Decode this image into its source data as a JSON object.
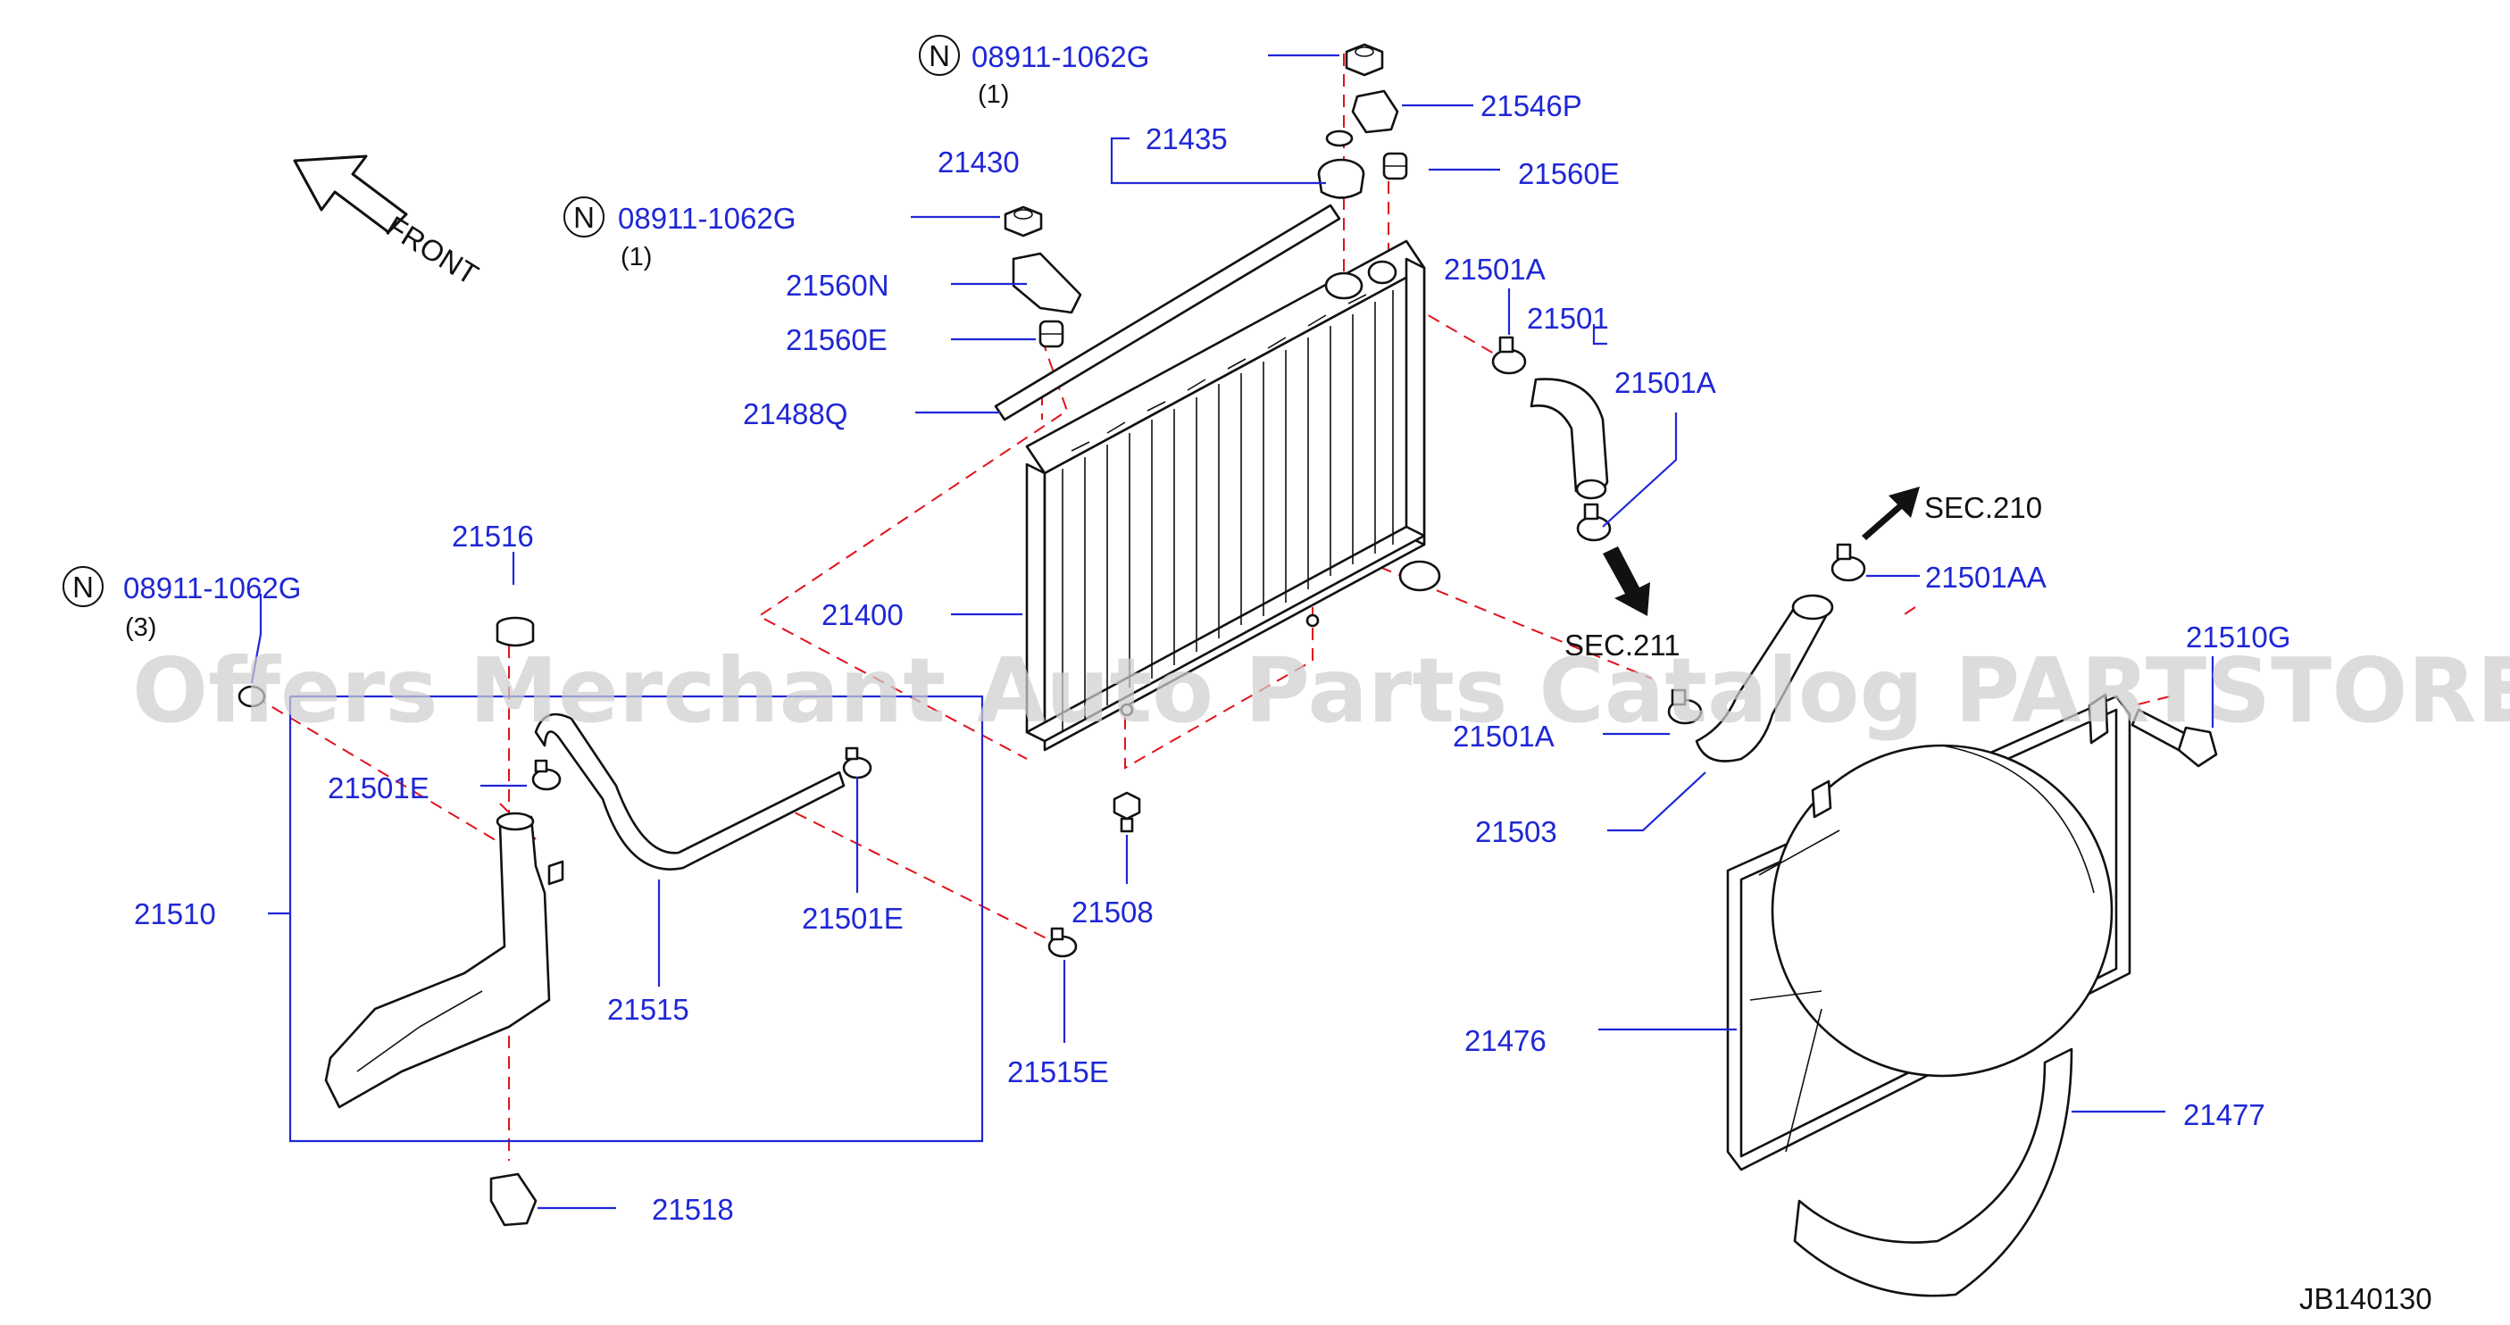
{
  "diagram_code": "JB140130",
  "watermark": "Offers Merchant Auto Parts Catalog PARTSTORE.SA",
  "front_label": "FRONT",
  "n_badge": "N",
  "colors": {
    "label": "#1f27d6",
    "dash": "#e0121b",
    "outline": "#111111"
  },
  "sec_labels": {
    "sec210": "SEC.210",
    "sec211": "SEC.211"
  },
  "labels": {
    "p08911_top": "08911-1062G",
    "p08911_top_qty": "(1)",
    "p08911_mid": "08911-1062G",
    "p08911_mid_qty": "(1)",
    "p08911_left": "08911-1062G",
    "p08911_left_qty": "(3)",
    "p21546P": "21546P",
    "p21435": "21435",
    "p21430": "21430",
    "p21560E_top": "21560E",
    "p21560N": "21560N",
    "p21560E_mid": "21560E",
    "p21488Q": "21488Q",
    "p21501A_a": "21501A",
    "p21501": "21501",
    "p21501A_b": "21501A",
    "p21501AA": "21501AA",
    "p21400": "21400",
    "p21516": "21516",
    "p21501E_a": "21501E",
    "p21510": "21510",
    "p21515": "21515",
    "p21501E_b": "21501E",
    "p21508": "21508",
    "p21515E": "21515E",
    "p21501A_c": "21501A",
    "p21510G": "21510G",
    "p21503": "21503",
    "p21476": "21476",
    "p21477": "21477",
    "p21518": "21518"
  }
}
